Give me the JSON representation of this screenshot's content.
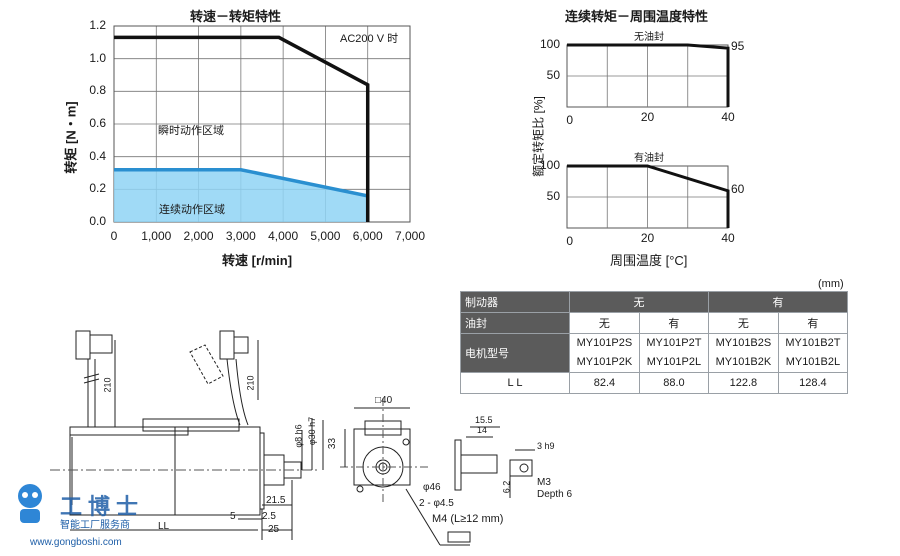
{
  "speed_torque": {
    "title": "转速－转矩特性",
    "note": "AC200 V 时",
    "ylabel": "转矩 [N・m]",
    "xlabel": "转速 [r/min]",
    "instant_label": "瞬时动作区域",
    "continuous_label": "连续动作区域",
    "y_ticks": [
      "1.2",
      "1.0",
      "0.8",
      "0.6",
      "0.4",
      "0.2",
      "0.0"
    ],
    "x_ticks": [
      "0",
      "1,000",
      "2,000",
      "3,000",
      "4,000",
      "5,000",
      "6,000",
      "7,000"
    ]
  },
  "derating": {
    "title": "连续转矩－周围温度特性",
    "ylabel": "额定转矩比 [%]",
    "xlabel": "周围温度 [°C]",
    "top_label": "无油封",
    "bottom_label": "有油封",
    "top_end": "95",
    "bottom_end": "60",
    "y_ticks": [
      "100",
      "50",
      "0"
    ],
    "x_ticks": [
      "0",
      "20",
      "40"
    ]
  },
  "chart_data": [
    {
      "type": "line",
      "title": "转速－转矩特性",
      "xlabel": "转速 [r/min]",
      "ylabel": "转矩 [N・m]",
      "xlim": [
        0,
        7000
      ],
      "ylim": [
        0,
        1.2
      ],
      "grid": true,
      "series": [
        {
          "name": "瞬时动作区域",
          "x": [
            0,
            3900,
            6000,
            6000
          ],
          "y": [
            1.13,
            1.13,
            0.84,
            0.0
          ]
        },
        {
          "name": "连续动作区域",
          "x": [
            0,
            3000,
            6000,
            6000
          ],
          "y": [
            0.32,
            0.32,
            0.16,
            0.0
          ]
        }
      ]
    },
    {
      "type": "line",
      "title": "连续转矩－周围温度特性",
      "xlabel": "周围温度 [°C]",
      "ylabel": "额定转矩比 [%]",
      "xlim": [
        0,
        40
      ],
      "ylim": [
        0,
        100
      ],
      "grid": true,
      "series": [
        {
          "name": "无油封",
          "x": [
            0,
            30,
            40,
            40
          ],
          "y": [
            100,
            100,
            95,
            0
          ]
        },
        {
          "name": "有油封",
          "x": [
            0,
            20,
            40,
            40
          ],
          "y": [
            100,
            100,
            60,
            0
          ]
        }
      ]
    }
  ],
  "table": {
    "unit": "(mm)",
    "header": {
      "label": "制动器",
      "no": "无",
      "yes": "有"
    },
    "oil_row": {
      "label": "油封",
      "cells": [
        "无",
        "有",
        "无",
        "有"
      ]
    },
    "model_row": {
      "label": "电机型号",
      "cells": [
        [
          "MY101P2S",
          "MY101P2K"
        ],
        [
          "MY101P2T",
          "MY101P2L"
        ],
        [
          "MY101B2S",
          "MY101B2K"
        ],
        [
          "MY101B2T",
          "MY101B2L"
        ]
      ]
    },
    "ll_row": {
      "label": "L L",
      "cells": [
        "82.4",
        "88.0",
        "122.8",
        "128.4"
      ]
    }
  },
  "drawing": {
    "dim_210a": "210",
    "dim_210b": "210",
    "dim_8h6": "φ8 h6",
    "dim_30h7": "φ30 h7",
    "dim_33": "33",
    "dim_40": "□40",
    "dim_21_5": "21.5",
    "dim_5": "5",
    "dim_2_5": "2.5",
    "dim_ll": "LL",
    "dim_25": "25",
    "dim_46": "φ46",
    "dim_holes": "2 - φ4.5",
    "dim_15_5": "15.5",
    "dim_14": "14",
    "dim_3h9": "3 h9",
    "dim_6_2": "6.2",
    "dim_m3": "M3",
    "dim_depth": "Depth 6",
    "dim_m4": "M4 (L≥12 mm)"
  },
  "watermark": {
    "name": "工博士",
    "sub": "智能工厂服务商",
    "url": "www.gongboshi.com"
  }
}
